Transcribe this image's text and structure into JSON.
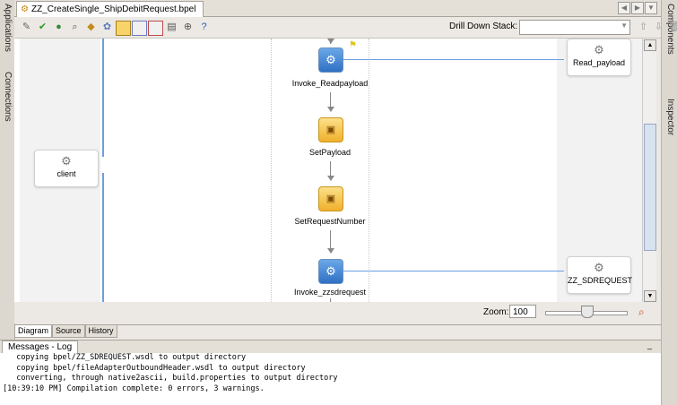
{
  "window": {
    "file_tab": "ZZ_CreateSingle_ShipDebitRequest.bpel"
  },
  "left_rail": {
    "applications": "Applications",
    "connections": "Connections"
  },
  "right_rail": {
    "components": "Components",
    "inspector": "Inspector"
  },
  "toolbar": {
    "drill_label": "Drill Down Stack:",
    "drill_value": ""
  },
  "diagram": {
    "partner_left": "client",
    "partner_right_1": "Read_payload",
    "partner_right_2": "ZZ_SDREQUEST",
    "activities": [
      "Invoke_Readpayload",
      "SetPayload",
      "SetRequestNumber",
      "Invoke_zzsdrequest"
    ]
  },
  "zoom": {
    "label": "Zoom:",
    "value": "100"
  },
  "bottom_tabs": [
    "Diagram",
    "Source",
    "History"
  ],
  "messages": {
    "tab": "Messages - Log",
    "lines": [
      "  copying bpel/ZZ_SDREQUEST.wsdl to output directory",
      "  copying bpel/fileAdapterOutboundHeader.wsdl to output directory",
      "  converting, through native2ascii, build.properties to output directory",
      "[10:39:10 PM] Compilation complete: 0 errors, 3 warnings."
    ]
  },
  "colors": {
    "invoke": "#2f70c4",
    "assign": "#f0b02c",
    "connector": "#6a9ee0"
  }
}
